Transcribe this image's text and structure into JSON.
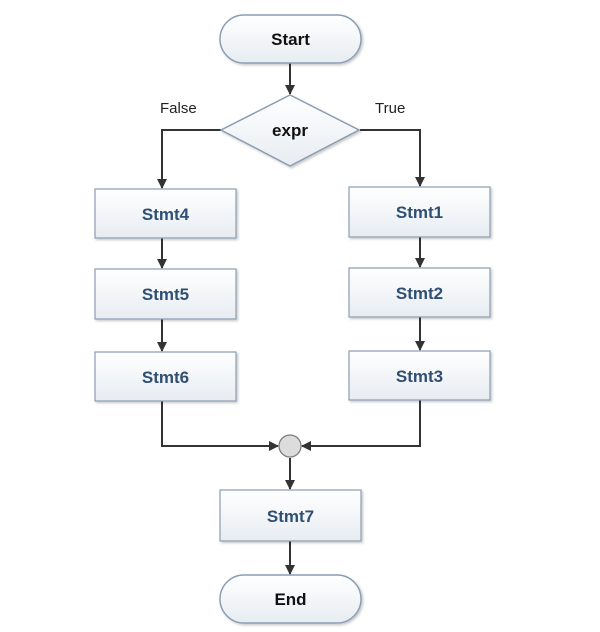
{
  "diagram": {
    "start_label": "Start",
    "decision_label": "expr",
    "false_label": "False",
    "true_label": "True",
    "stmt1": "Stmt1",
    "stmt2": "Stmt2",
    "stmt3": "Stmt3",
    "stmt4": "Stmt4",
    "stmt5": "Stmt5",
    "stmt6": "Stmt6",
    "stmt7": "Stmt7",
    "end_label": "End"
  },
  "colors": {
    "box_fill_top": "#ffffff",
    "box_fill_bottom": "#e7ecf1",
    "box_stroke": "#8a9db3",
    "stmt_text": "#2f4f73",
    "connector": "#333333",
    "junction_fill": "#dcdcdc"
  }
}
